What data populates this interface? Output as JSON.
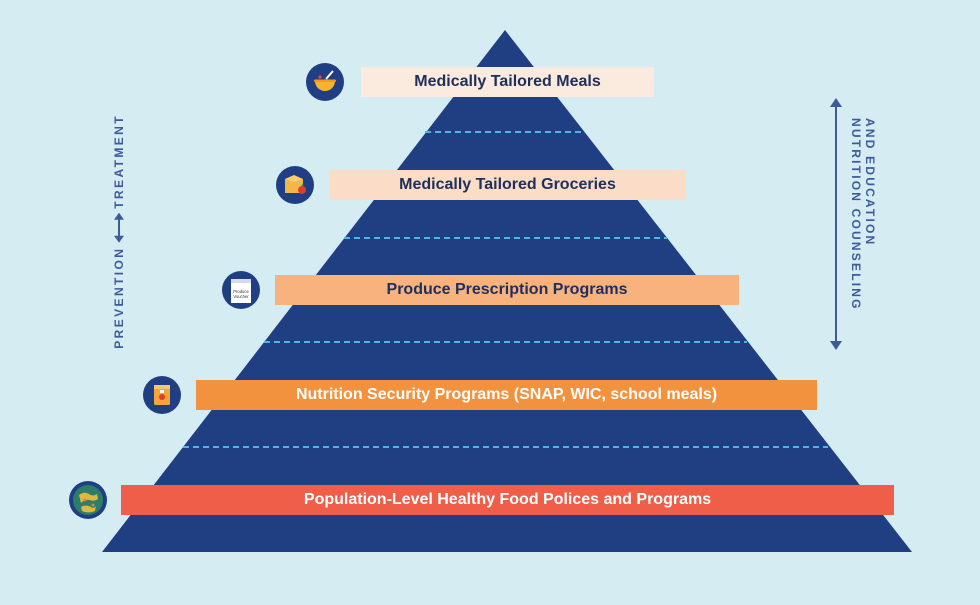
{
  "tiers": [
    {
      "label": "Medically Tailored Meals",
      "bg": "#fbeade",
      "fg": "#1f2f5c",
      "icon": "meal-bowl-icon"
    },
    {
      "label": "Medically Tailored Groceries",
      "bg": "#fbdcc6",
      "fg": "#1f2f5c",
      "icon": "grocery-box-icon"
    },
    {
      "label": "Produce Prescription Programs",
      "bg": "#f8b27d",
      "fg": "#1f2f5c",
      "icon": "produce-voucher-icon"
    },
    {
      "label": "Nutrition Security Programs (SNAP, WIC, school meals)",
      "bg": "#f2923e",
      "fg": "#ffffff",
      "icon": "food-bag-icon"
    },
    {
      "label": "Population-Level Healthy Food Polices and Programs",
      "bg": "#ee5e48",
      "fg": "#ffffff",
      "icon": "globe-icon"
    }
  ],
  "voucher_icon_text": [
    "Produce",
    "Voucher"
  ],
  "left_axis": {
    "prevention": "PREVENTION",
    "treatment": "TREATMENT"
  },
  "right_axis": {
    "line1": "NUTRITION COUNSELING",
    "line2": "AND EDUCATION"
  },
  "colors": {
    "pyramid": "#203f83",
    "divider": "#4fb4e6",
    "axis": "#3e5a99",
    "background": "#d5ecf3"
  }
}
